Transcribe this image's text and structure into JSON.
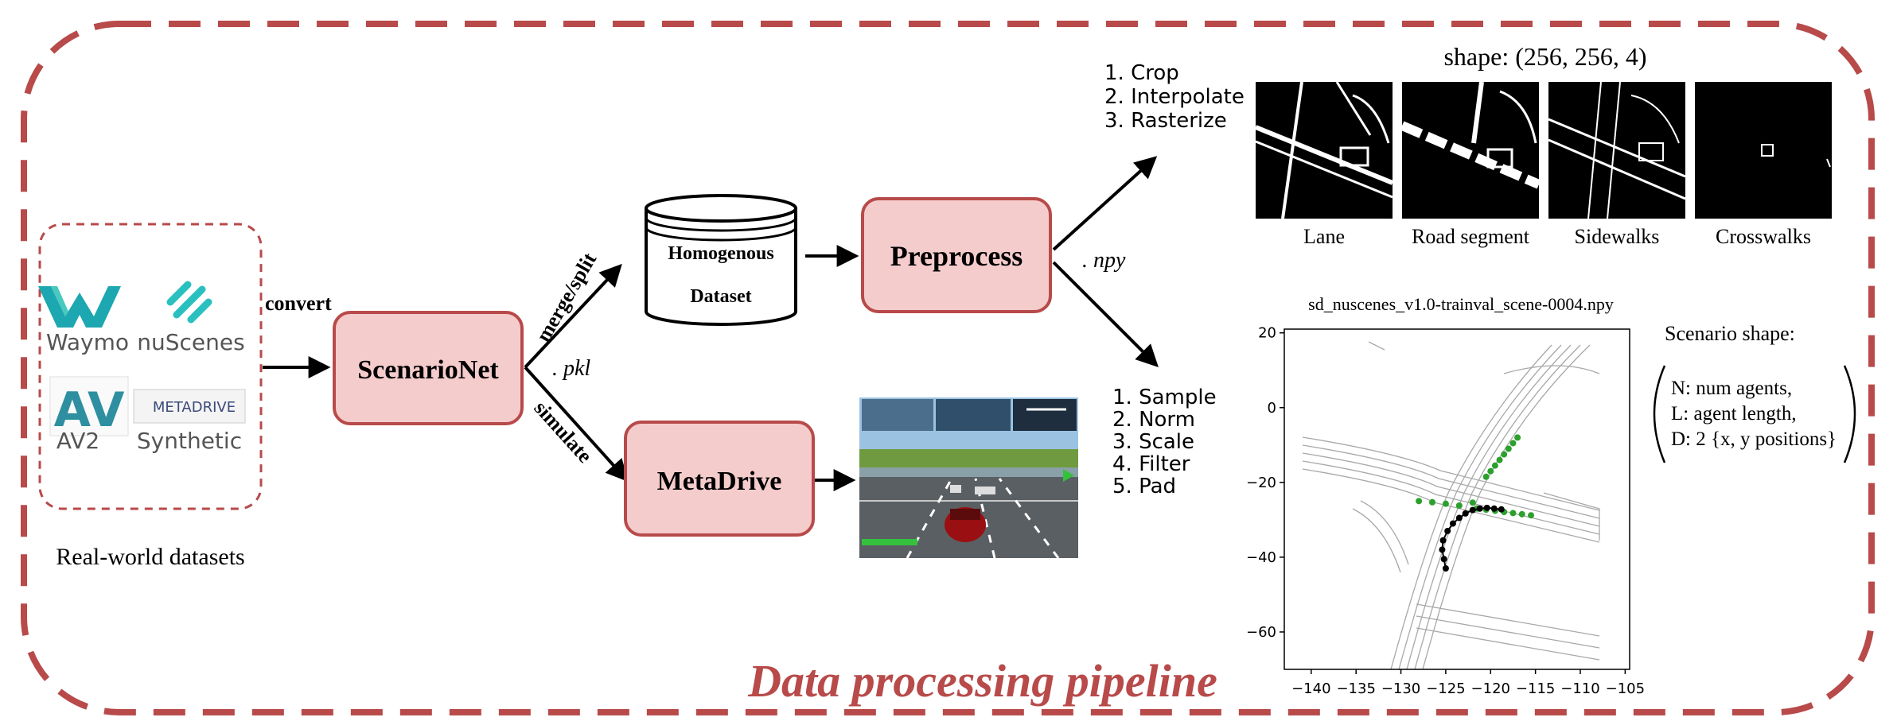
{
  "title": "Data processing pipeline",
  "datasets": {
    "group_label": "Real-world datasets",
    "items": [
      {
        "label": "Waymo"
      },
      {
        "label": "nuScenes"
      },
      {
        "label": "AV2",
        "logo_text": "AV"
      },
      {
        "label": "Synthetic",
        "logo_text": "METADRIVE"
      }
    ]
  },
  "nodes": {
    "scenarionet": "ScenarioNet",
    "dataset_line1": "Homogenous",
    "dataset_line2": "Dataset",
    "preprocess": "Preprocess",
    "metadrive": "MetaDrive"
  },
  "edges": {
    "convert": "convert",
    "merge_split": "merge/split",
    "pkl": ". pkl",
    "simulate": "simulate",
    "npy": ". npy"
  },
  "colors": {
    "box_fill": "#f5cccc",
    "box_stroke": "#b84a4a",
    "frame": "#b84a4a",
    "title": "#b84a4a",
    "agent_green": "#2ca02c"
  },
  "steps_top": [
    "1. Crop",
    "2. Interpolate",
    "3. Rasterize"
  ],
  "steps_bottom": [
    "1. Sample",
    "2. Norm",
    "3. Scale",
    "4. Filter",
    "5. Pad"
  ],
  "raster": {
    "shape_label": "shape: (256, 256, 4)",
    "layers": [
      "Lane",
      "Road segment",
      "Sidewalks",
      "Crosswalks"
    ]
  },
  "scenario": {
    "label": "Scenario shape:",
    "lines": [
      "N: num agents,",
      "L: agent length,",
      "D: 2 {x, y positions}"
    ]
  },
  "chart_data": {
    "type": "scatter",
    "title": "sd_nuscenes_v1.0-trainval_scene-0004.npy",
    "xlim": [
      -143,
      -104.5
    ],
    "ylim": [
      -70,
      21
    ],
    "xticks": [
      -140,
      -135,
      -130,
      -125,
      -120,
      -115,
      -110,
      -105
    ],
    "yticks": [
      20,
      0,
      -20,
      -40,
      -60
    ],
    "series": [
      {
        "color": "#2ca02c",
        "points": [
          [
            -128,
            -25
          ],
          [
            -126.5,
            -25.3
          ],
          [
            -125,
            -25.7
          ],
          [
            -123.5,
            -26.2
          ],
          [
            -122,
            -25.4
          ],
          [
            -120.5,
            -18.5
          ],
          [
            -120,
            -17
          ],
          [
            -119.5,
            -15.5
          ],
          [
            -119,
            -14
          ],
          [
            -118.5,
            -12.5
          ],
          [
            -118,
            -11
          ],
          [
            -117.5,
            -9.5
          ],
          [
            -117,
            -8
          ],
          [
            -121.5,
            -27
          ],
          [
            -120.5,
            -27.3
          ],
          [
            -119.5,
            -27.6
          ],
          [
            -118.5,
            -27.9
          ],
          [
            -117.5,
            -28.2
          ],
          [
            -116.5,
            -28.5
          ],
          [
            -115.5,
            -28.8
          ]
        ]
      },
      {
        "color": "#000000",
        "points": [
          [
            -125,
            -43
          ],
          [
            -125.2,
            -40.5
          ],
          [
            -125.4,
            -38
          ],
          [
            -125.3,
            -35.5
          ],
          [
            -124.8,
            -33
          ],
          [
            -124.2,
            -31
          ],
          [
            -123.5,
            -29.5
          ],
          [
            -122.8,
            -28.3
          ],
          [
            -122,
            -27.4
          ],
          [
            -121.2,
            -27
          ],
          [
            -120.4,
            -26.8
          ],
          [
            -119.6,
            -27
          ],
          [
            -118.8,
            -27.2
          ]
        ]
      }
    ]
  }
}
